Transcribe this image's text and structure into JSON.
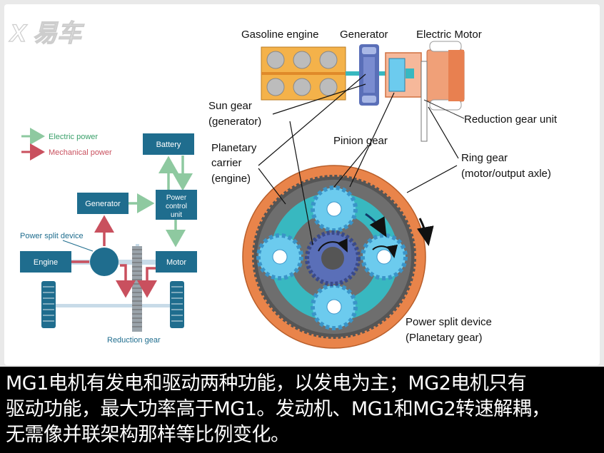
{
  "watermark": "X 易车",
  "left_diagram": {
    "legend": {
      "electric": "Electric power",
      "mechanical": "Mechanical power"
    },
    "boxes": {
      "battery": "Battery",
      "generator": "Generator",
      "pcu_line1": "Power",
      "pcu_line2": "control",
      "pcu_line3": "unit",
      "engine": "Engine",
      "motor": "Motor"
    },
    "labels": {
      "power_split": "Power split device",
      "reduction_gear": "Reduction gear"
    },
    "colors": {
      "box": "#1f6d8e",
      "electric": "#8ec9a0",
      "mechanical": "#c9505e"
    }
  },
  "right_diagram": {
    "top_labels": {
      "gasoline_engine": "Gasoline engine",
      "generator": "Generator",
      "electric_motor": "Electric Motor"
    },
    "labels": {
      "sun_gear_1": "Sun gear",
      "sun_gear_2": "(generator)",
      "carrier_1": "Planetary",
      "carrier_2": "carrier",
      "carrier_3": "(engine)",
      "pinion": "Pinion gear",
      "reduction_unit": "Reduction gear unit",
      "ring_1": "Ring gear",
      "ring_2": "(motor/output axle)",
      "psd_1": "Power split device",
      "psd_2": "(Planetary gear)"
    },
    "colors": {
      "ring_outer": "#e9844a",
      "ring_teeth": "#555555",
      "carrier": "#38b8c0",
      "pinion": "#6ccbee",
      "sun": "#5a6fb8",
      "engine_block": "#f4b24a"
    }
  },
  "caption": {
    "line1": "MG1电机有发电和驱动两种功能，以发电为主；MG2电机只有",
    "line2": "驱动功能，最大功率高于MG1。发动机、MG1和MG2转速解耦，",
    "line3": "无需像并联架构那样等比例变化。"
  }
}
